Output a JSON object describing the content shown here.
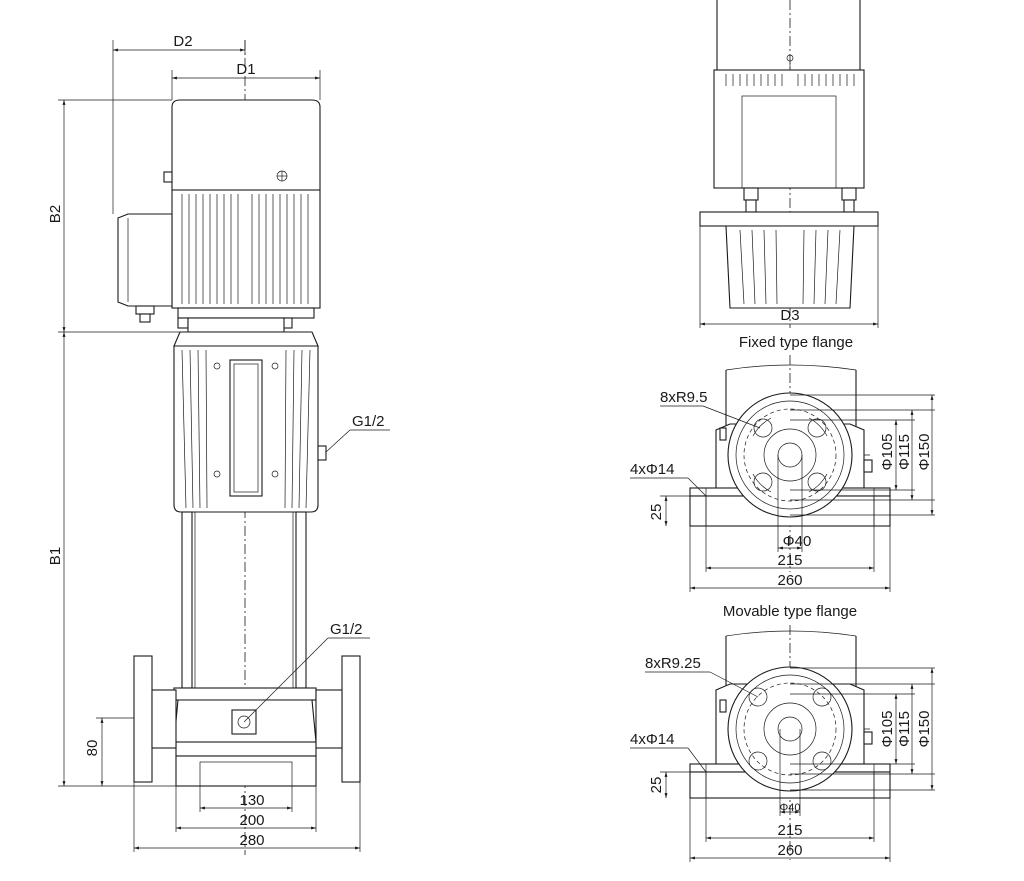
{
  "front_view": {
    "dims": {
      "d2": "D2",
      "d1": "D1",
      "b2": "B2",
      "b1": "B1",
      "h80": "80",
      "w130": "130",
      "w200": "200",
      "w280": "280"
    },
    "callouts": {
      "g12_upper": "G1/2",
      "g12_lower": "G1/2"
    }
  },
  "top_view": {
    "d3": "D3"
  },
  "fixed_flange": {
    "title": "Fixed type flange",
    "holes": "8xR9.5",
    "base_holes": "4xΦ14",
    "phi105": "Φ105",
    "phi115": "Φ115",
    "phi150": "Φ150",
    "phi40": "Φ40",
    "h25": "25",
    "w215": "215",
    "w260": "260"
  },
  "movable_flange": {
    "title": "Movable type flange",
    "holes": "8xR9.25",
    "base_holes": "4xΦ14",
    "phi105": "Φ105",
    "phi115": "Φ115",
    "phi150": "Φ150",
    "phi40": "Φ40",
    "h25": "25",
    "w215": "215",
    "w260": "260"
  }
}
